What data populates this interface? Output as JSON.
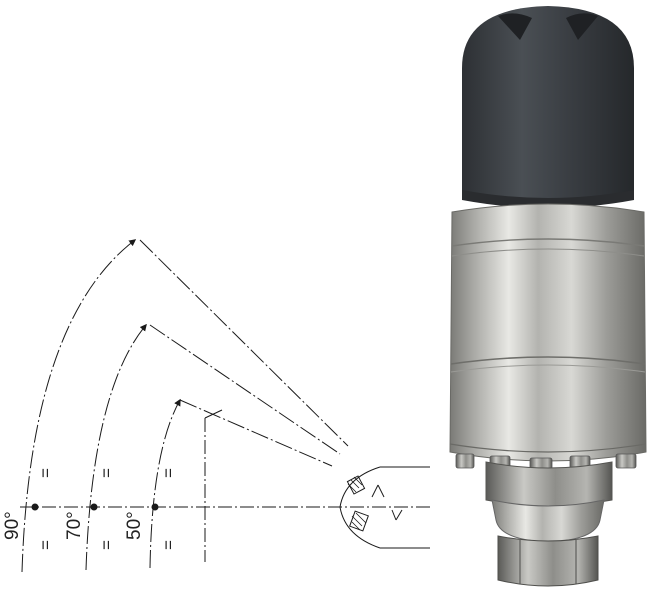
{
  "diagram": {
    "angles": [
      {
        "label": "90°"
      },
      {
        "label": "70°"
      },
      {
        "label": "50°"
      }
    ],
    "equal_mark": "="
  },
  "colors": {
    "line": "#1a1a1a",
    "cap_dark": "#3a3e42",
    "steel_mid": "#b8b8b4",
    "steel_light": "#e6e6e2",
    "steel_dark": "#6e6e6a"
  }
}
